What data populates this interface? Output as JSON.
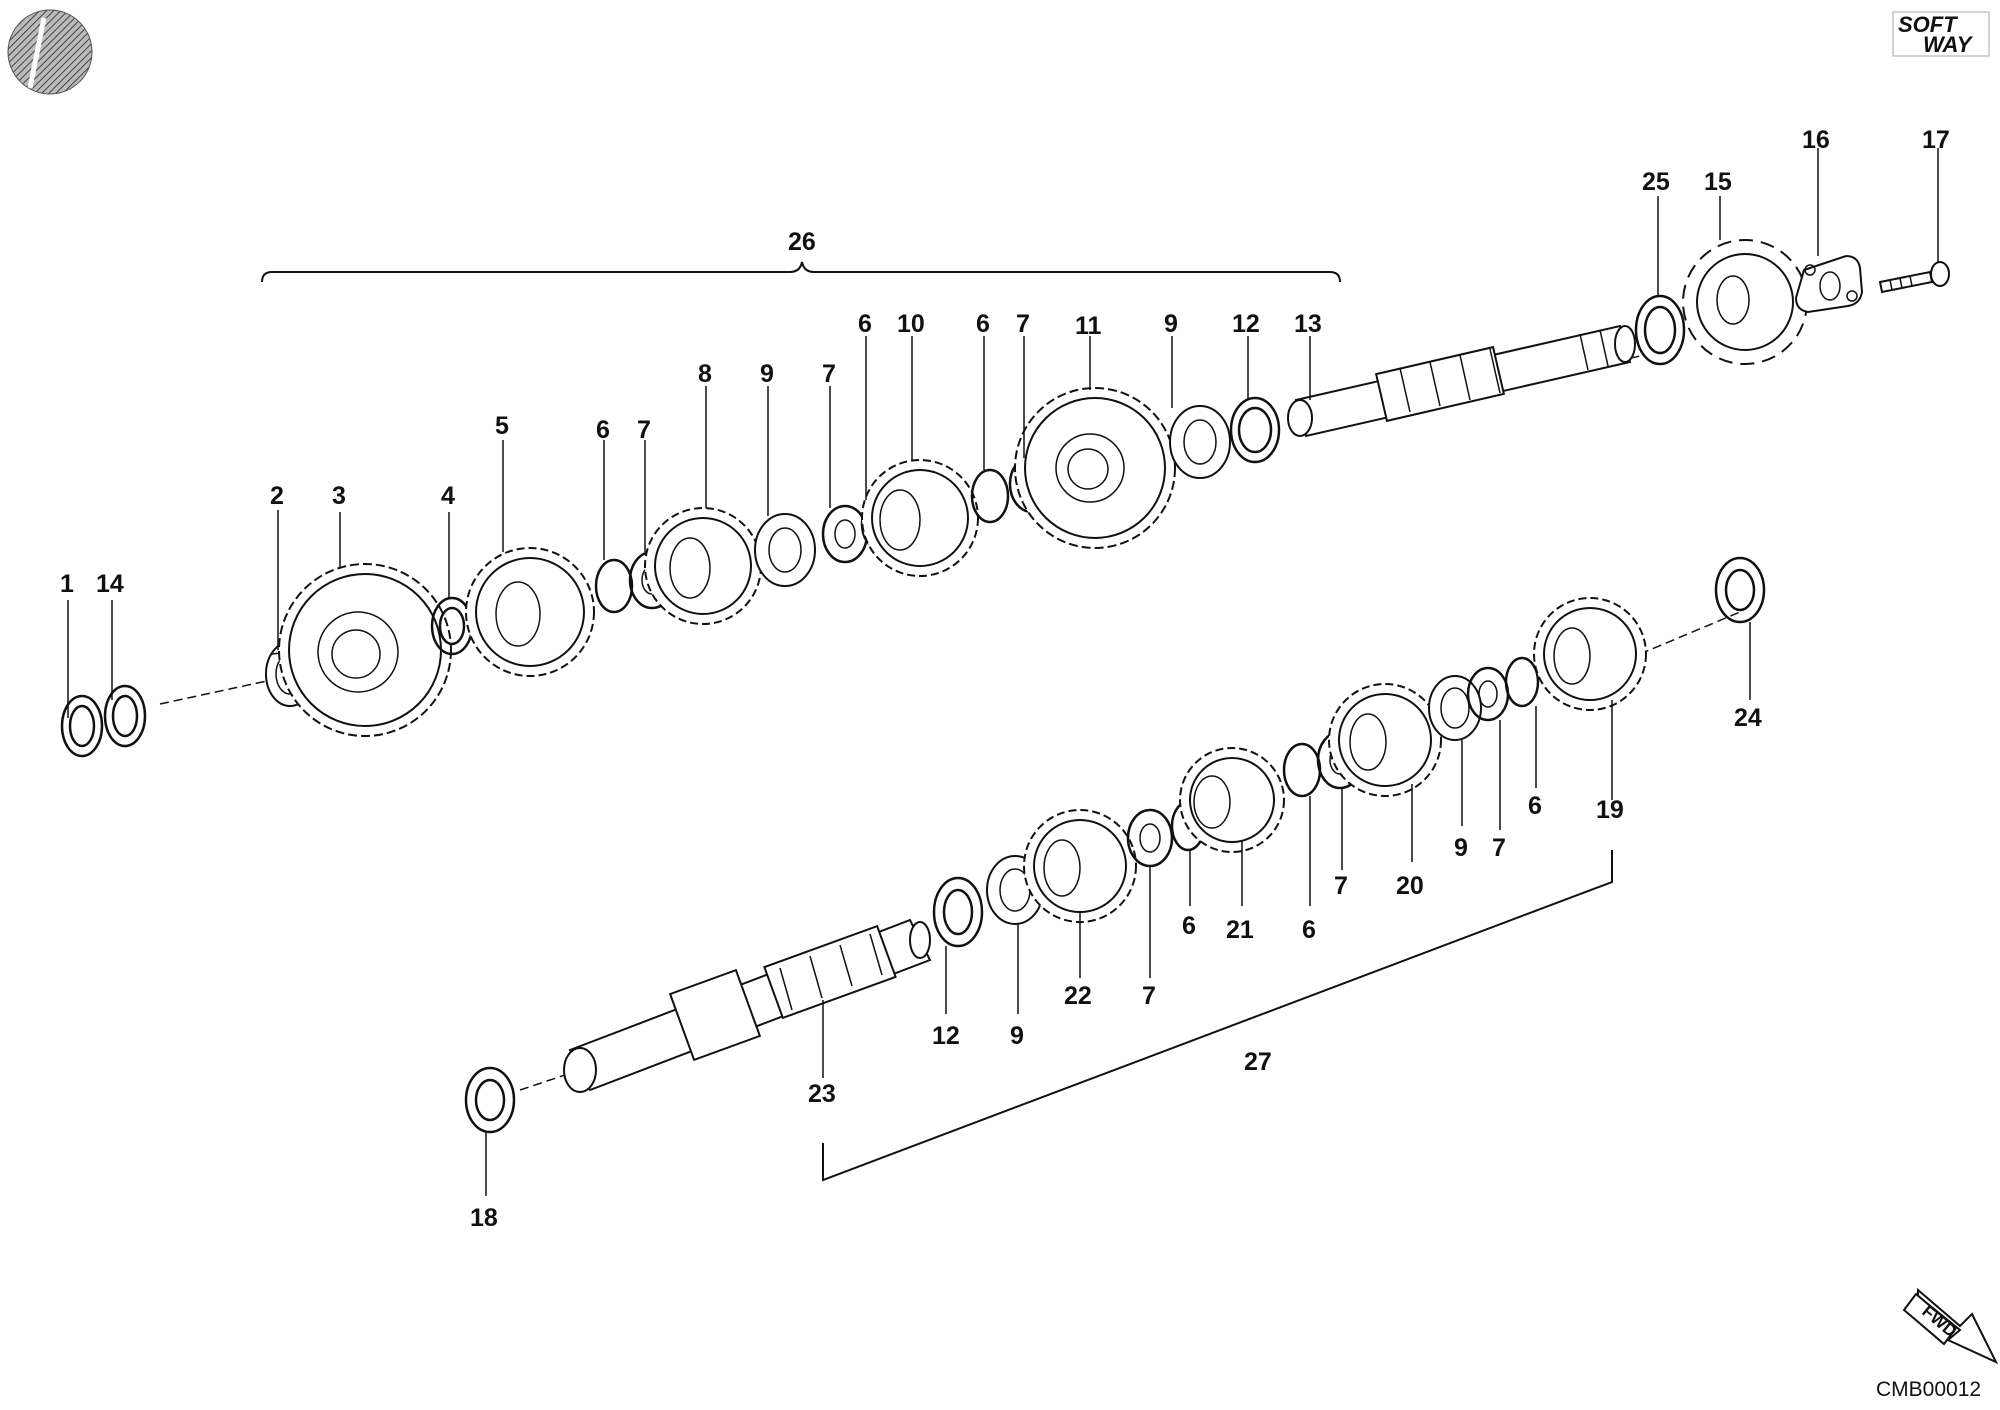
{
  "drawing_code": "CMB00012",
  "logo": {
    "line1": "SOFT",
    "line2": "WAY"
  },
  "fwd_label": "FWD",
  "callouts": {
    "c1": "1",
    "c14a": "14",
    "c2": "2",
    "c3": "3",
    "c4": "4",
    "c5": "5",
    "c6a": "6",
    "c7a": "7",
    "c8": "8",
    "c9a": "9",
    "c7b": "7",
    "c6b": "6",
    "c10": "10",
    "c6c": "6",
    "c7c": "7",
    "c11": "11",
    "c9b": "9",
    "c12a": "12",
    "c13": "13",
    "c26": "26",
    "c25": "25",
    "c15": "15",
    "c16": "16",
    "c17": "17",
    "c24": "24",
    "c19": "19",
    "c6d": "6",
    "c7d": "7",
    "c9c": "9",
    "c20": "20",
    "c7e": "7",
    "c6e": "6",
    "c21": "21",
    "c6f": "6",
    "c7f": "7",
    "c22": "22",
    "c9d": "9",
    "c12b": "12",
    "c27": "27",
    "c23": "23",
    "c18": "18"
  }
}
